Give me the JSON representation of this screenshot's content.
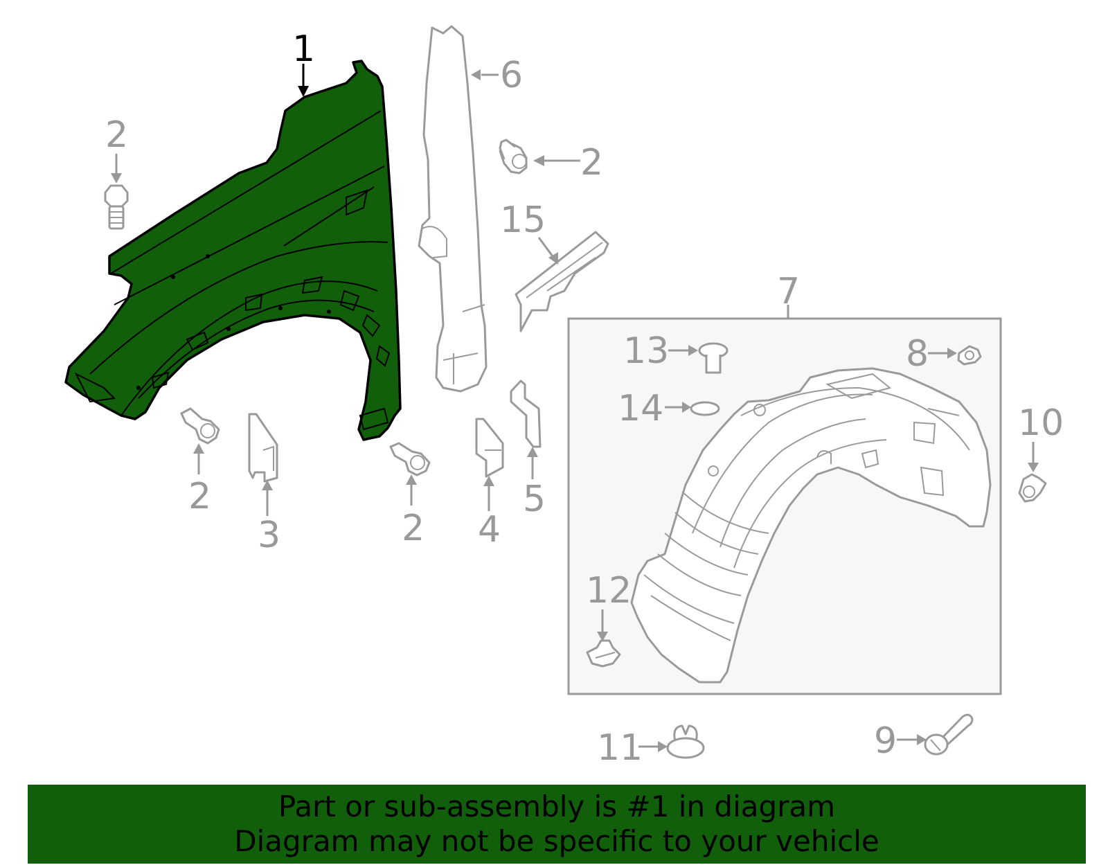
{
  "callouts": {
    "c1": "1",
    "c2a": "2",
    "c2b": "2",
    "c2c": "2",
    "c2d": "2",
    "c3": "3",
    "c4": "4",
    "c5": "5",
    "c6": "6",
    "c7": "7",
    "c8": "8",
    "c9": "9",
    "c10": "10",
    "c11": "11",
    "c12": "12",
    "c13": "13",
    "c14": "14",
    "c15": "15"
  },
  "banner": {
    "line1": "Part or sub-assembly is #1 in diagram",
    "line2": "Diagram may not be specific to your vehicle"
  },
  "colors": {
    "highlight": "#115e0b",
    "part_outline": "#9a9a9a",
    "kit_box_fill": "#f7f7f7"
  }
}
